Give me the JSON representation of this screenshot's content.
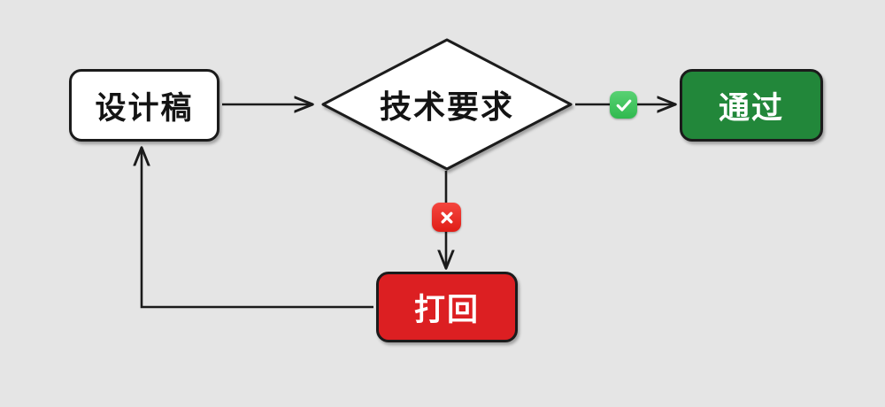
{
  "diagram": {
    "type": "flowchart",
    "background_color": "#e5e5e5",
    "title_text": "",
    "nodes": [
      {
        "id": "design-draft",
        "label": "设计稿",
        "shape": "rounded-rect",
        "fill": "#ffffff",
        "text_color": "#141414",
        "border_color": "#1b1b1b"
      },
      {
        "id": "tech-requirement",
        "label": "技术要求",
        "shape": "diamond",
        "fill": "#ffffff",
        "text_color": "#141414",
        "border_color": "#1b1b1b"
      },
      {
        "id": "pass",
        "label": "通过",
        "shape": "rounded-rect",
        "fill": "#22873a",
        "text_color": "#ffffff",
        "border_color": "#1b1b1b"
      },
      {
        "id": "reject",
        "label": "打回",
        "shape": "rounded-rect",
        "fill": "#dc1f22",
        "text_color": "#ffffff",
        "border_color": "#1b1b1b"
      }
    ],
    "badges": {
      "yes": {
        "icon": "check-mark-badge",
        "glyph": "✔",
        "color": "#30b94f"
      },
      "no": {
        "icon": "cross-mark-badge",
        "glyph": "✖",
        "color": "#e01d16"
      }
    },
    "edges": [
      {
        "id": "draft-to-decision",
        "from": "design-draft",
        "to": "tech-requirement",
        "label": ""
      },
      {
        "id": "decision-to-pass",
        "from": "tech-requirement",
        "to": "pass",
        "label": ""
      },
      {
        "id": "decision-to-reject",
        "from": "tech-requirement",
        "to": "reject",
        "label": ""
      },
      {
        "id": "reject-to-draft",
        "from": "reject",
        "to": "design-draft",
        "label": ""
      }
    ],
    "line_color": "#1b1b1b"
  }
}
